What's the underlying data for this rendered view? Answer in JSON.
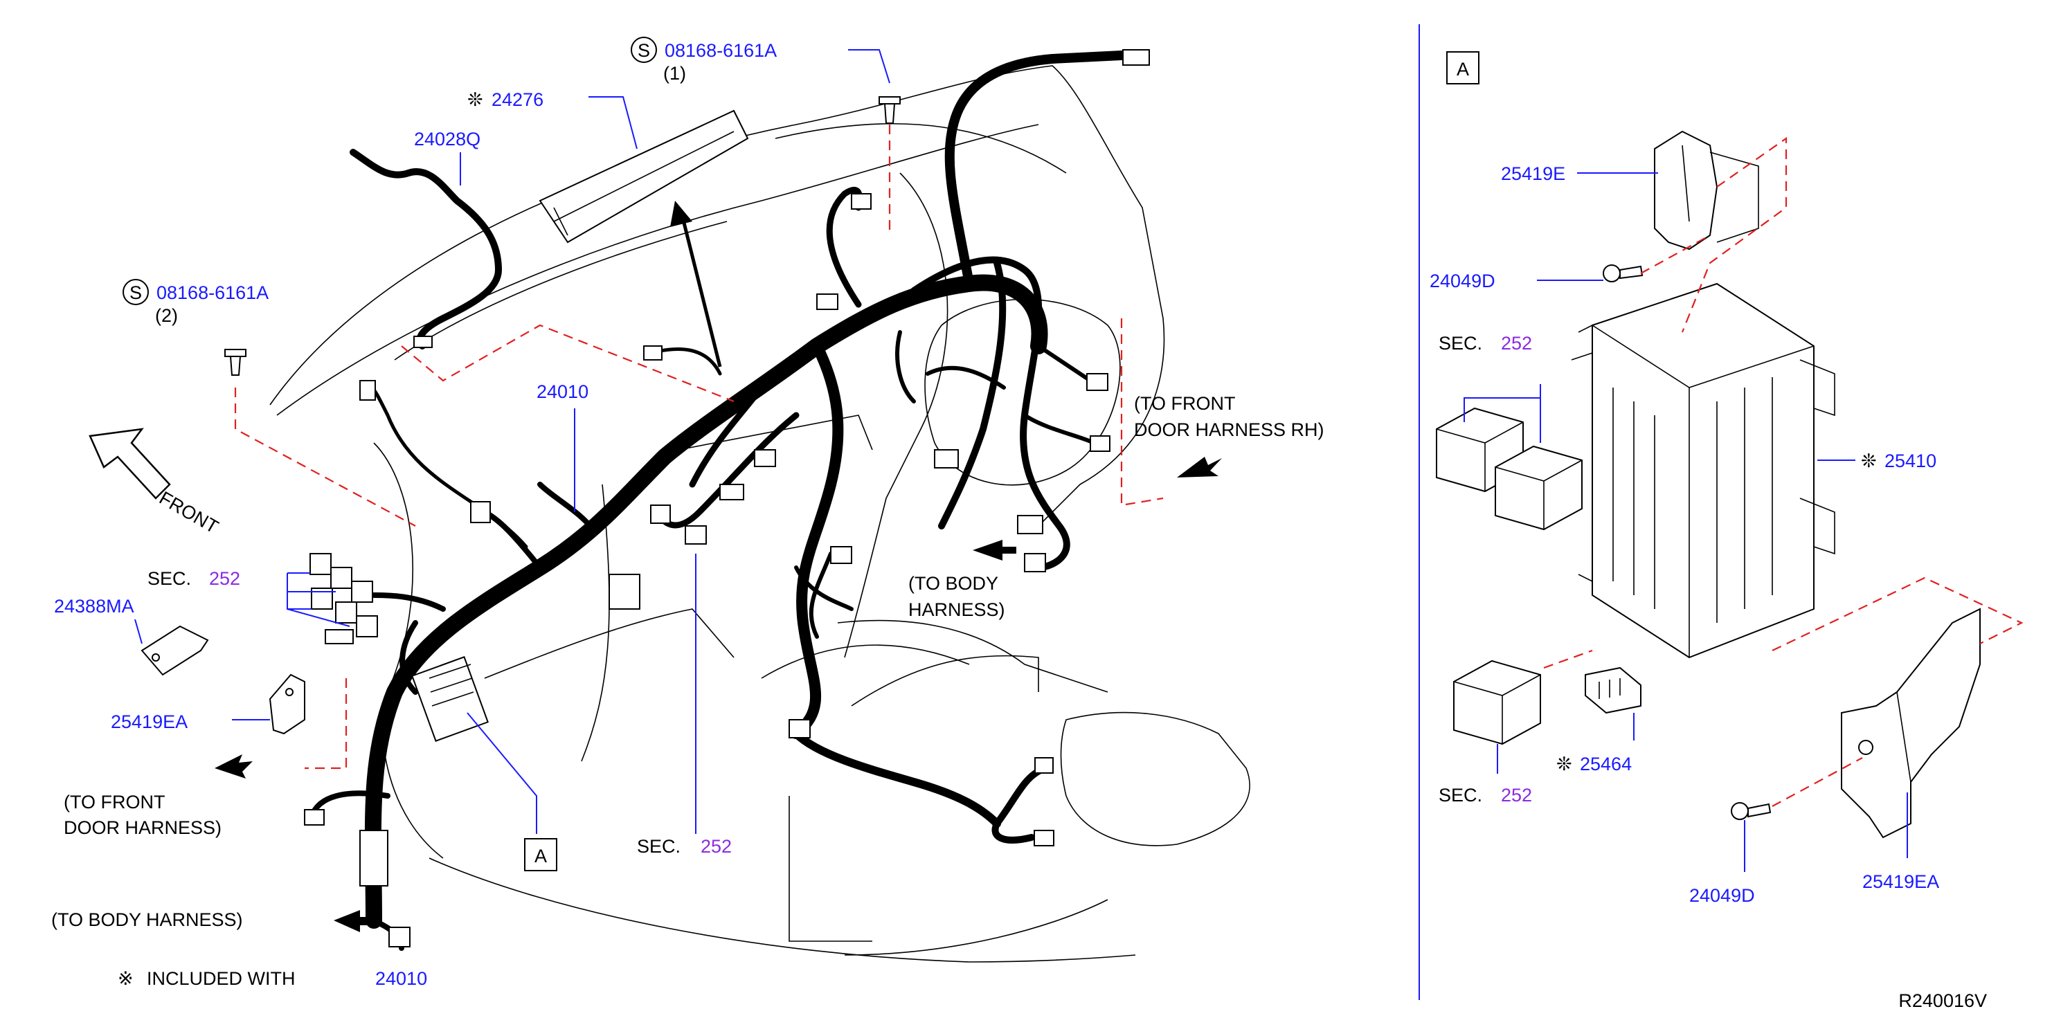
{
  "callouts": {
    "screw_top": "08168-6161A",
    "screw_top_qty": "(1)",
    "screw_left": "08168-6161A",
    "screw_left_qty": "(2)",
    "s_mark": "S",
    "p24276": "24276",
    "p24028q": "24028Q",
    "p24010": "24010",
    "p24388ma": "24388MA",
    "p25419ea_left": "25419EA",
    "sec_label_1": "SEC.",
    "sec_num_1": "252",
    "sec_label_2": "SEC.",
    "sec_num_2": "252",
    "view_a_left": "A"
  },
  "notes": {
    "front": "FRONT",
    "front_door_rh_1": "(TO   FRONT",
    "front_door_rh_2": "DOOR   HARNESS   RH)",
    "body_1": "(TO   BODY",
    "body_2": "HARNESS)",
    "front_door_1": "(TO   FRONT",
    "front_door_2": "DOOR   HARNESS)",
    "body_harness": "(TO   BODY   HARNESS)",
    "included_with": "INCLUDED   WITH",
    "included_part": "24010",
    "asterisk": "※",
    "gear_mark": "❊"
  },
  "detail_a": {
    "title": "A",
    "p25419e": "25419E",
    "p24049d_top": "24049D",
    "p25410": "25410",
    "p25464": "25464",
    "p24049d_bottom": "24049D",
    "p25419ea": "25419EA",
    "sec_label_3": "SEC.",
    "sec_num_3": "252",
    "sec_label_4": "SEC.",
    "sec_num_4": "252"
  },
  "diagram_code": "R240016V",
  "colors": {
    "part_number": "#1a1aff",
    "section_ref": "#8a2be2",
    "dash_line": "#e02020"
  }
}
